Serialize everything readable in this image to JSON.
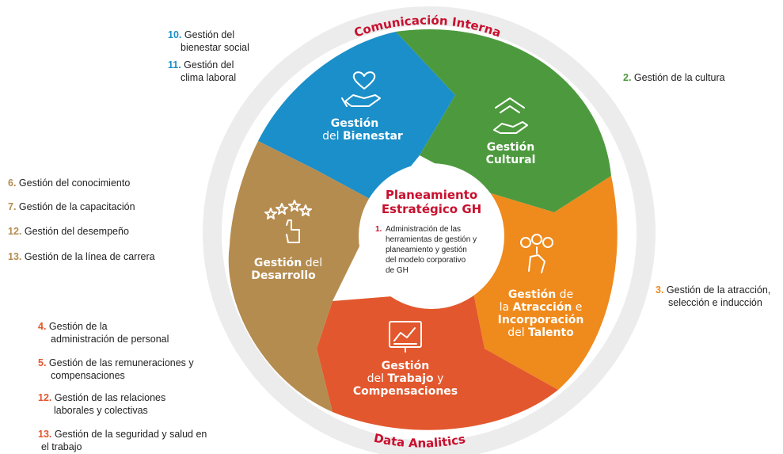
{
  "colors": {
    "blue": "#1b8fc9",
    "green": "#4d9a3e",
    "orange": "#ef8a1c",
    "red": "#e2572d",
    "tan": "#b58c4f",
    "ring": "#e8e8e8",
    "accent": "#c8102e"
  },
  "ring": {
    "top_label": "Comunicación Interna",
    "bottom_label": "Data Analitics"
  },
  "center": {
    "title_line1": "Planeamiento",
    "title_line2": "Estratégico GH",
    "item_number": "1.",
    "item_lines": [
      "Administración de las",
      "herramientas de gestión y",
      "planeamiento y gestión",
      "del modelo corporativo",
      "de GH"
    ]
  },
  "segments": {
    "bienestar": {
      "line1": "Gestión",
      "line2_a": "del ",
      "line2_b": "Bienestar",
      "icon": "heart-hand-icon"
    },
    "cultural": {
      "line1": "Gestión",
      "line2": "Cultural",
      "icon": "house-hand-icon"
    },
    "atraccion": {
      "line1_a": "Gestión",
      "line1_b": " de",
      "line2_a": "la ",
      "line2_b": "Atracción",
      "line2_c": " e",
      "line3": "Incorporación",
      "line4_a": "del ",
      "line4_b": "Talento",
      "icon": "people-hand-icon"
    },
    "trabajo": {
      "line1": "Gestión",
      "line2_a": "del ",
      "line2_b": "Trabajo",
      "line2_c": " y",
      "line3": "Compensaciones",
      "icon": "chart-board-icon"
    },
    "desarrollo": {
      "line1_a": "Gestión",
      "line1_b": " del",
      "line2": "Desarrollo",
      "icon": "stars-hand-icon"
    }
  },
  "labels": {
    "top": [
      {
        "num": "10.",
        "line1": "Gestión del",
        "line2": "bienestar social"
      },
      {
        "num": "11.",
        "line1": "Gestión del",
        "line2": "clima laboral"
      }
    ],
    "cultura": {
      "num": "2.",
      "text": "Gestión de la cultura"
    },
    "left": [
      {
        "num": "6.",
        "text": "Gestión del conocimiento"
      },
      {
        "num": "7.",
        "text": "Gestión de la capacitación"
      },
      {
        "num": "12.",
        "text": "Gestión del desempeño"
      },
      {
        "num": "13.",
        "text": "Gestión de la línea de carrera"
      }
    ],
    "atraccion": {
      "num": "3.",
      "line1": "Gestión de la atracción,",
      "line2": "selección e inducción"
    },
    "bottom_left": [
      {
        "num": "4.",
        "line1": "Gestión de la",
        "line2": "administración de personal"
      },
      {
        "num": "5.",
        "line1": "Gestión de las remuneraciones y",
        "line2": "compensaciones"
      },
      {
        "num": "12.",
        "line1": "Gestión de las relaciones",
        "line2": "laborales y colectivas"
      },
      {
        "num": "13.",
        "line1": "Gestión de la seguridad y salud en",
        "line2": "el trabajo"
      }
    ]
  }
}
